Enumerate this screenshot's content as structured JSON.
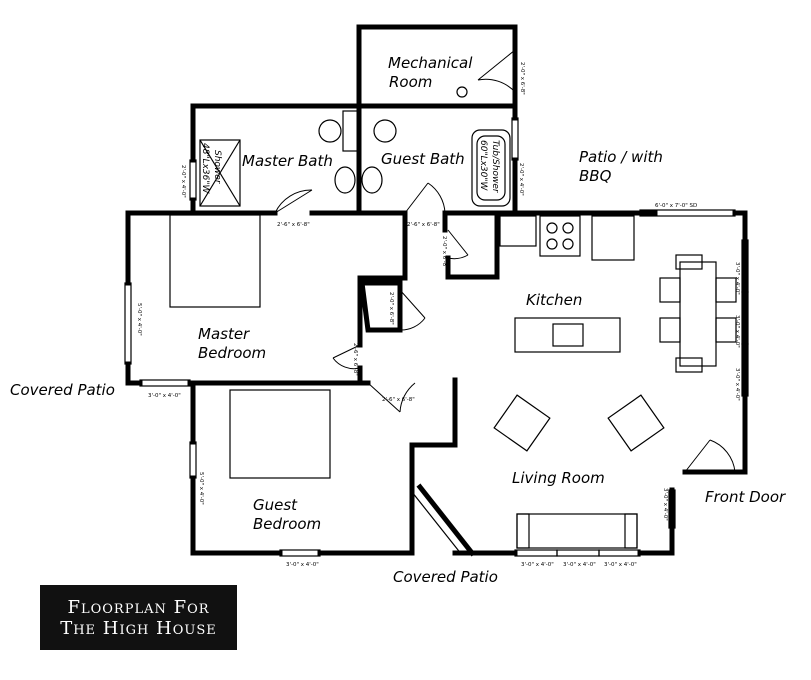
{
  "rooms": {
    "mechanical": "Mechanical",
    "mechanical_2": "Room",
    "master_bath": "Master Bath",
    "guest_bath": "Guest Bath",
    "patio_bbq": "Patio / with",
    "patio_bbq_2": "BBQ",
    "kitchen": "Kitchen",
    "master_bedroom": "Master",
    "master_bedroom_2": "Bedroom",
    "covered_patio_left": "Covered Patio",
    "living_room": "Living Room",
    "front_door": "Front Door",
    "guest_bedroom": "Guest",
    "guest_bedroom_2": "Bedroom",
    "covered_patio_bottom": "Covered Patio"
  },
  "fixtures": {
    "shower": "48\"Lx36\"W",
    "shower_2": "Shower",
    "tub": "60\"Lx30\"W",
    "tub_2": "Tub/Shower"
  },
  "dimensions": {
    "mech_door": "2'-0\" x 6'-8\"",
    "master_bath_window": "2'-0\" x 4'-0\"",
    "master_bath_door": "2'-6\" x 6'-8\"",
    "guest_bath_door": "2'-6\" x 6'-8\"",
    "tub_window": "2'-0\" x 4'-0\"",
    "sliding_door": "6'-0\" x 7'-0\" SD",
    "pantry_door": "2'-0\" x 6'-8\"",
    "closet_door": "2'-0\" x 6'-8\"",
    "hall_door": "2'-6\" x 6'-8\"",
    "master_bed_window": "5'-0\" x 4'-0\"",
    "covered_patio_window": "3'-0\" x 4'-0\"",
    "guest_door": "2'-6\" x 6'-8\"",
    "guest_bed_window_side": "5'-0\" x 4'-0\"",
    "guest_bed_window_bottom": "3'-0\" x 4'-0\"",
    "dining_window_1": "3'-0\" x 4'-0\"",
    "dining_window_2": "3'-0\" x 4'-0\"",
    "dining_window_3": "3'-0\" x 4'-0\"",
    "living_window_right": "3'-0\" x 4'-0\"",
    "bottom_window_1": "3'-0\" x 4'-0\"",
    "bottom_window_2": "3'-0\" x 4'-0\"",
    "bottom_window_3": "3'-0\" x 4'-0\""
  },
  "title": {
    "line1": "Floorplan For",
    "line2": "The High House"
  }
}
